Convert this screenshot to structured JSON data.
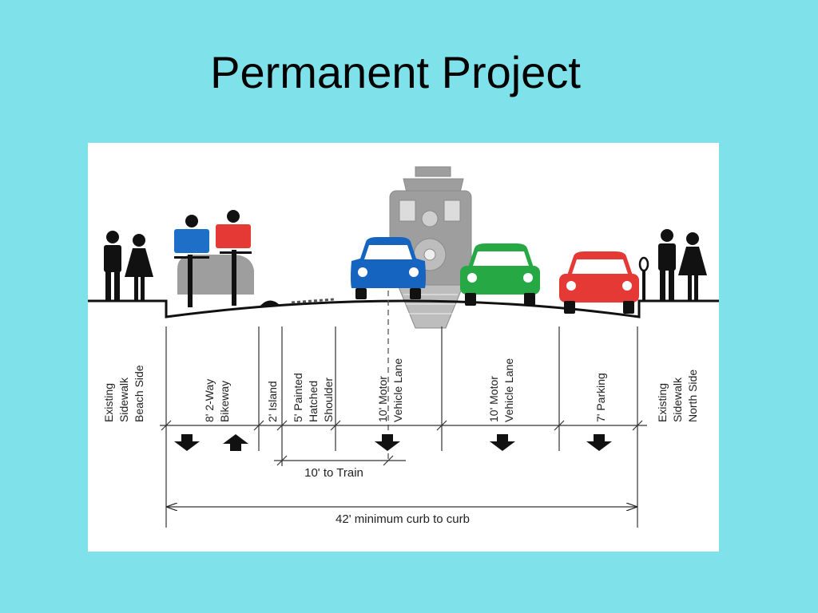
{
  "slide": {
    "title": "Permanent Project"
  },
  "diagram": {
    "columns": [
      {
        "lines": [
          "Existing",
          "Sidewalk",
          "Beach Side"
        ]
      },
      {
        "lines": [
          "8'  2-Way",
          "Bikeway"
        ]
      },
      {
        "lines": [
          "2'  Island"
        ]
      },
      {
        "lines": [
          "5'  Painted",
          "Hatched",
          "Shoulder"
        ]
      },
      {
        "lines": [
          "10' Motor",
          "Vehicle Lane"
        ]
      },
      {
        "lines": [
          "10' Motor",
          "Vehicle Lane"
        ]
      },
      {
        "lines": [
          "7'  Parking"
        ]
      },
      {
        "lines": [
          "Existing",
          "Sidewalk",
          "North Side"
        ]
      }
    ],
    "to_train_label": "10' to Train",
    "curb_to_curb_label": "42' minimum curb to curb",
    "colors": {
      "background": "#7fe1e9",
      "blue_car": "#1565c0",
      "green_car": "#26a944",
      "red_car": "#e53935",
      "cyclist_blue": "#1e6fc8",
      "cyclist_red": "#e53935",
      "train": "#9e9e9e"
    }
  }
}
